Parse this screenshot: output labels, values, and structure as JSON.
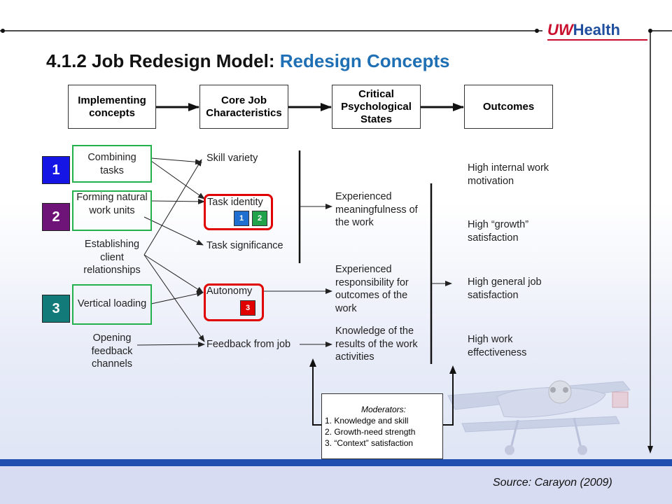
{
  "slide": {
    "title_main": "4.1.2 Job Redesign Model: ",
    "title_accent": "Redesign Concepts",
    "logo_uw": "UW",
    "logo_health": "Health",
    "source": "Source: Carayon (2009)"
  },
  "headers": [
    "Implementing concepts",
    "Core Job Characteristics",
    "Critical Psychological States",
    "Outcomes"
  ],
  "implementing": {
    "combining_tasks": "Combining tasks",
    "forming_units": "Forming natural work units",
    "client_relationships": "Establishing client relationships",
    "vertical_loading": "Vertical loading",
    "feedback_channels": "Opening feedback channels"
  },
  "core": {
    "skill_variety": "Skill variety",
    "task_identity": "Task identity",
    "task_significance": "Task significance",
    "autonomy": "Autonomy",
    "feedback_job": "Feedback from job"
  },
  "states": {
    "meaningfulness": "Experienced meaningfulness of the work",
    "responsibility": "Experienced responsibility for outcomes of the work",
    "knowledge": "Knowledge of the results of the work activities"
  },
  "outcomes": {
    "motivation": "High internal work motivation",
    "growth": "High “growth” satisfaction",
    "job_satisfaction": "High general job satisfaction",
    "effectiveness": "High work effectiveness"
  },
  "moderators": {
    "title": "Moderators:",
    "items": [
      "1. Knowledge and skill",
      "2. Growth-need strength",
      "3. “Context” satisfaction"
    ]
  },
  "badges": {
    "n1": "1",
    "n2": "2",
    "n3": "3",
    "ti1": "1",
    "ti2": "2",
    "au3": "3"
  },
  "colors": {
    "badge1": "#1515e6",
    "badge2": "#6e1478",
    "badge3": "#137a7a",
    "green_outline": "#22b14c",
    "red_outline": "#e00000",
    "title_accent": "#1f6fb5",
    "footer_bar": "#1f4eb0"
  }
}
